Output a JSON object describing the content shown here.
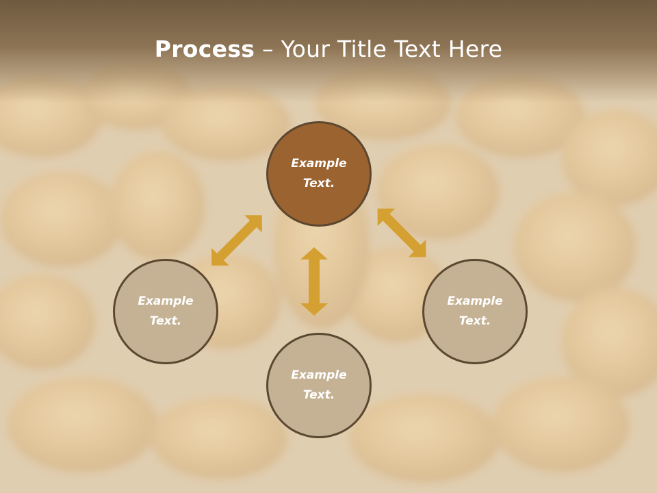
{
  "slide": {
    "title_bold": "Process",
    "title_rest": " – Your Title Text Here"
  },
  "nodes": {
    "top": "Example\nText.",
    "left": "Example\nText.",
    "right": "Example\nText.",
    "bottom": "Example\nText."
  },
  "colors": {
    "header": "#6f5a3f",
    "node_active": "#9b6330",
    "node_default": "#c5b294",
    "node_border": "#5c4730",
    "arrow": "#d4a032"
  },
  "icons": {
    "arrow": "double-headed-arrow"
  }
}
